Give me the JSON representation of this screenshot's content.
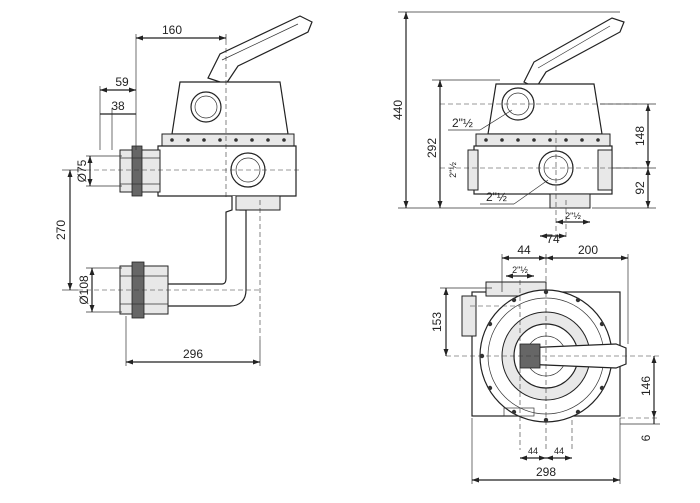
{
  "side_view": {
    "dims": {
      "top_width": "160",
      "flange_offset": "59",
      "nut_offset": "38",
      "upper_diameter": "Ø75",
      "port_spacing": "270",
      "lower_diameter": "Ø108",
      "bottom_width": "296"
    }
  },
  "front_view": {
    "dims": {
      "overall_height": "440",
      "upper_height": "292",
      "top_port_offset": "148",
      "bottom_port_offset": "92",
      "top_port_size": "2\"½",
      "side_port_size": "2\"½",
      "bottom_port_size": "2\"½",
      "small_port_size": "2\"½",
      "bottom_offset": "74"
    }
  },
  "top_view": {
    "dims": {
      "left_offset": "44",
      "right_width": "200",
      "port_size": "2\"½",
      "vertical_offset": "153",
      "lower_offset": "146",
      "small_offset": "6",
      "bottom_left_spacing": "44",
      "bottom_right_spacing": "44",
      "overall_width": "298"
    }
  }
}
